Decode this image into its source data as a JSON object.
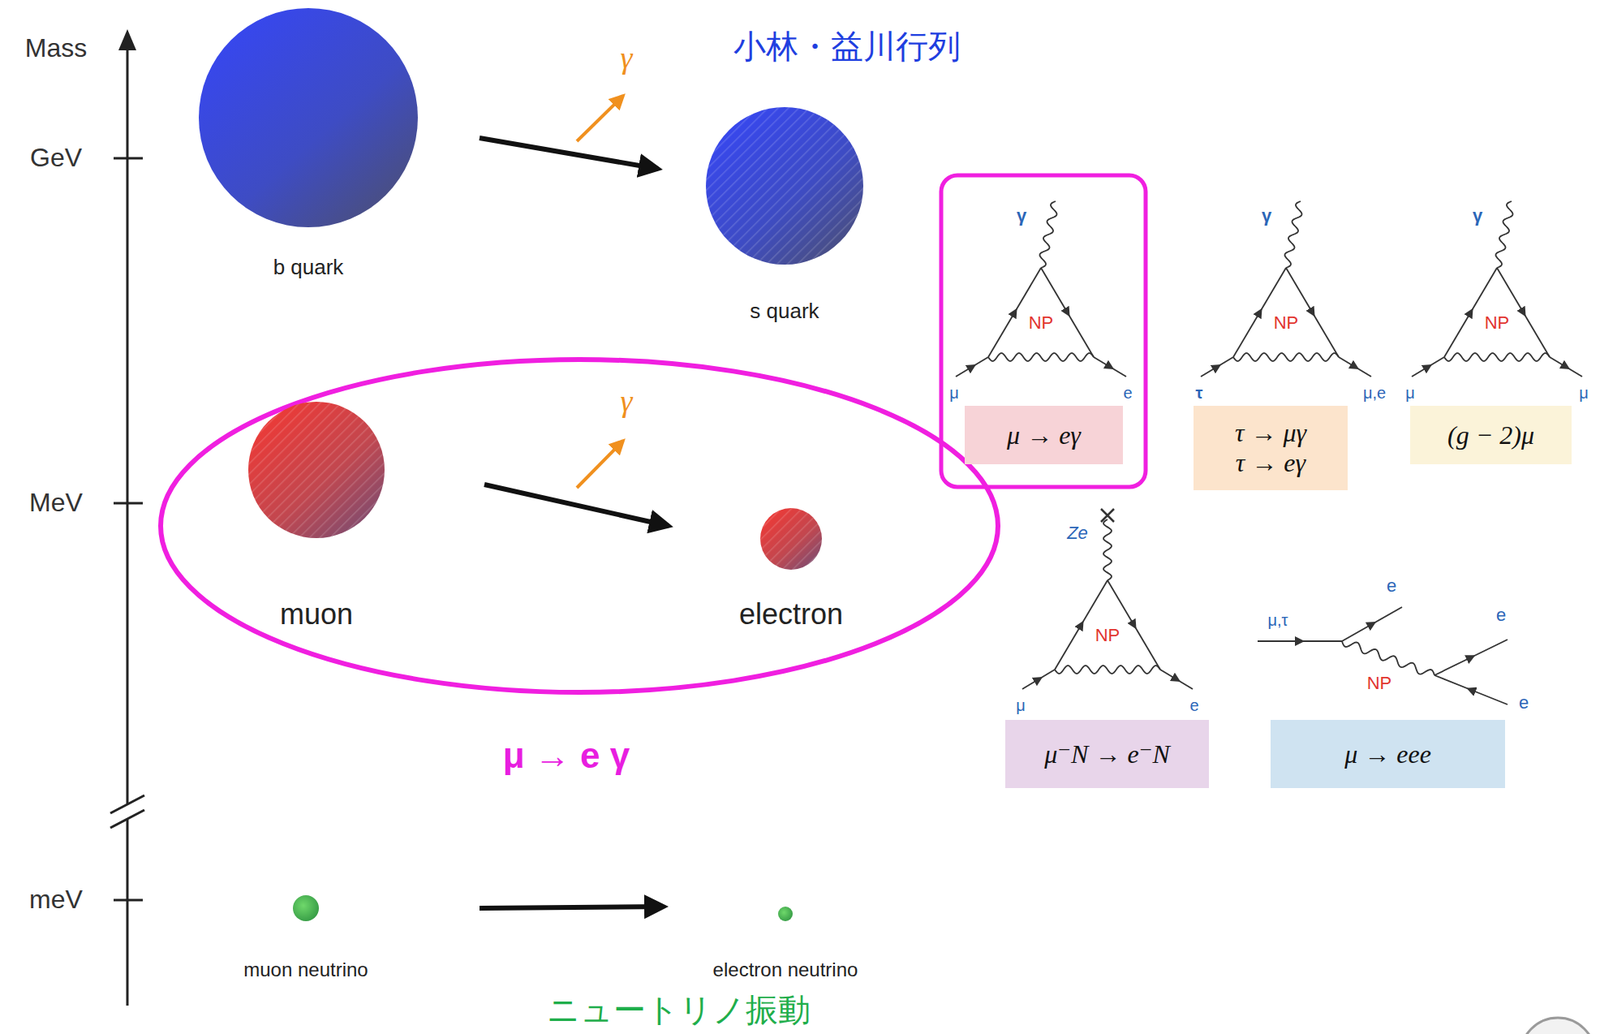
{
  "diagram": {
    "nodes": [
      {
        "text": [
          "b quark"
        ]
      },
      {
        "text": [
          "s quark"
        ]
      },
      {
        "text": [
          "μ → e γ"
        ]
      },
      {
        "text": [
          "muon"
        ],
        "in": 2
      },
      {
        "text": [
          "electron"
        ],
        "in": 2
      },
      {
        "text": [
          "muon neutrino"
        ]
      },
      {
        "text": [
          "electron neutrino"
        ]
      },
      {
        "text": [
          "μ → eγ"
        ]
      },
      {
        "text": [
          "τ → μγ",
          "τ → eγ"
        ]
      },
      {
        "text": [
          "(g − 2)μ"
        ]
      },
      {
        "text": [
          "μ⁻N → e⁻N"
        ]
      },
      {
        "text": [
          "μ → eee"
        ]
      }
    ],
    "edges": [
      {
        "from": 0,
        "to": 1,
        "arrow": "to"
      },
      {
        "from": 3,
        "to": 4,
        "arrow": "to"
      },
      {
        "from": 5,
        "to": 6,
        "arrow": "to"
      }
    ],
    "labels": [
      "Mass",
      "GeV",
      "MeV",
      "meV",
      "小林・益川行列",
      "γ",
      "γ",
      "ニュートリノ振動",
      "γ",
      "NP",
      "μ",
      "e",
      "γ",
      "NP",
      "τ",
      "μ,e",
      "γ",
      "NP",
      "μ",
      "μ",
      "Ze",
      "NP",
      "μ",
      "e",
      "μ,τ",
      "e",
      "e",
      "NP",
      "e"
    ]
  }
}
